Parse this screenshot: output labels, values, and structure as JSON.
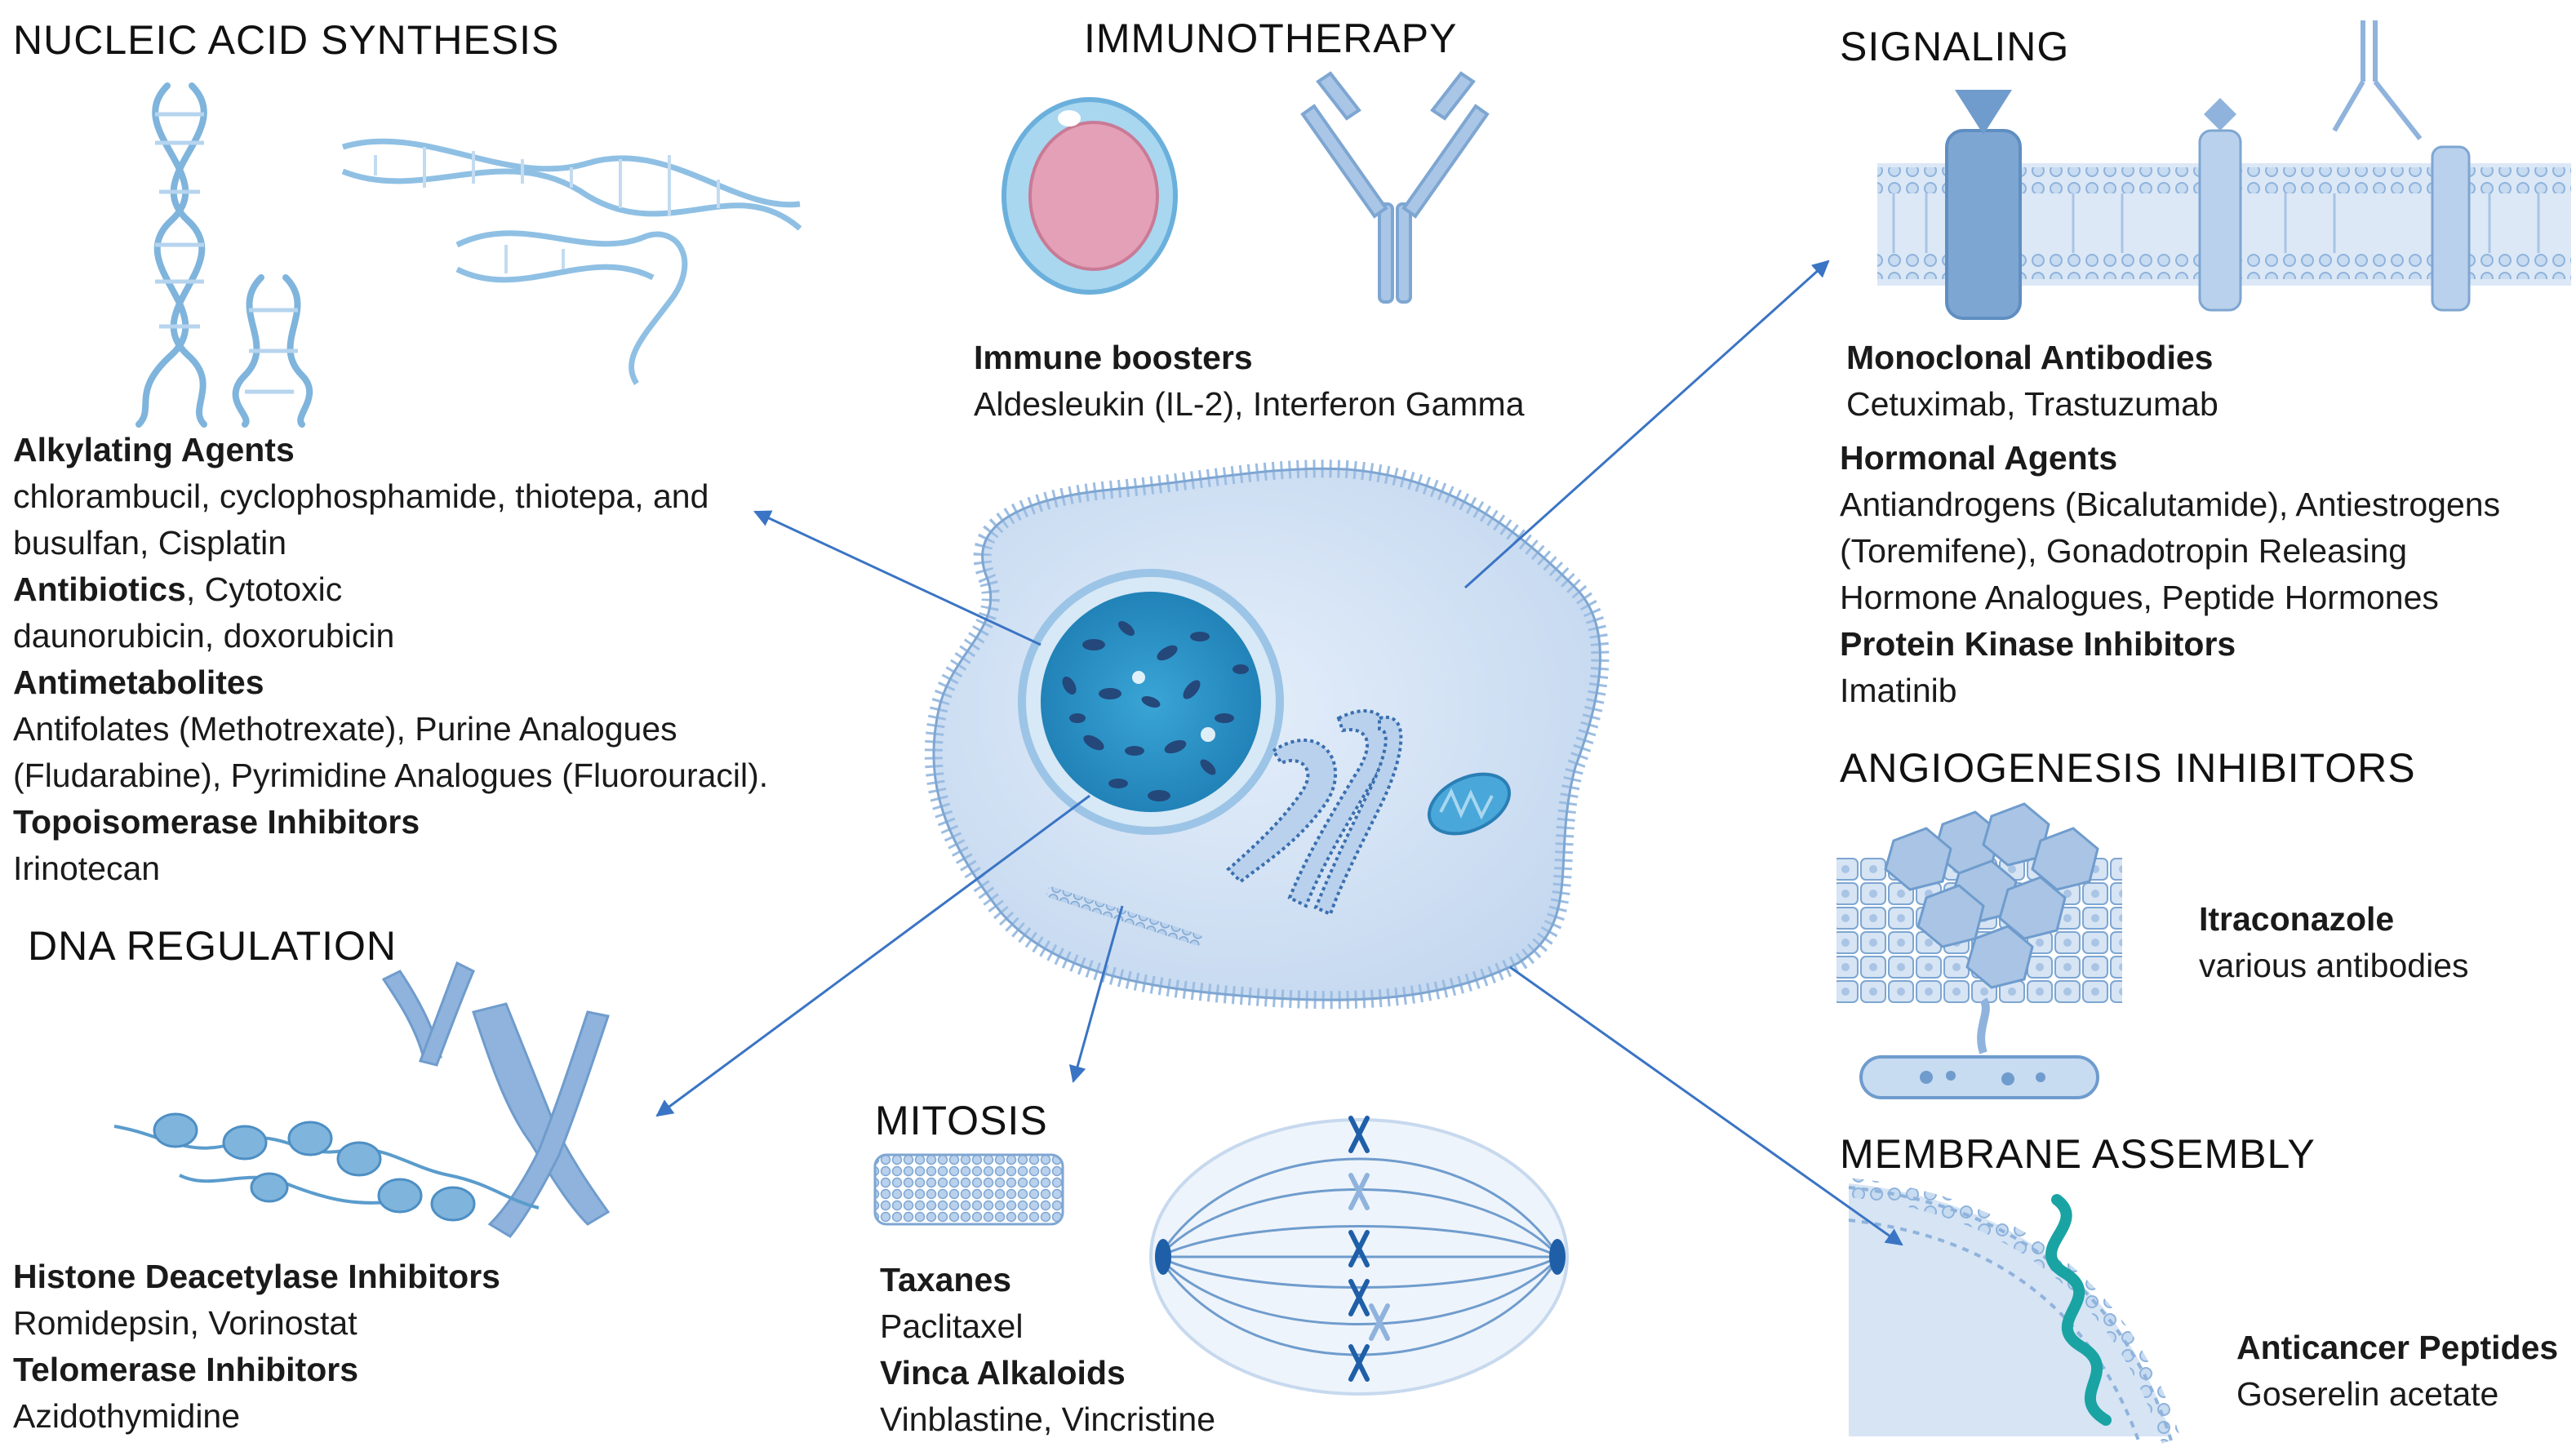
{
  "sections": {
    "nucleic": {
      "heading": "NUCLEIC ACID SYNTHESIS",
      "alkylating": {
        "title": "Alkylating Agents",
        "line1": "chlorambucil, cyclophosphamide, thiotepa, and",
        "line2": "busulfan, Cisplatin"
      },
      "antibiotics": {
        "title": "Antibiotics",
        "suffix": ", Cytotoxic",
        "line2": "daunorubicin, doxorubicin"
      },
      "antimetabolites": {
        "title": "Antimetabolites",
        "line1": "Antifolates (Methotrexate), Purine Analogues",
        "line2": "(Fludarabine), Pyrimidine Analogues (Fluorouracil)."
      },
      "topoisomerase": {
        "title": "Topoisomerase Inhibitors",
        "line1": "Irinotecan"
      }
    },
    "immunotherapy": {
      "heading": "IMMUNOTHERAPY",
      "boosters": {
        "title": "Immune boosters",
        "line1": "Aldesleukin (IL-2), Interferon Gamma"
      }
    },
    "signaling": {
      "heading": "SIGNALING",
      "monoclonal": {
        "title": "Monoclonal Antibodies",
        "line1": "Cetuximab, Trastuzumab"
      },
      "hormonal": {
        "title": "Hormonal Agents",
        "line1": "Antiandrogens (Bicalutamide), Antiestrogens",
        "line2": "(Toremifene), Gonadotropin Releasing",
        "line3": "Hormone Analogues,  Peptide Hormones"
      },
      "kinase": {
        "title": "Protein Kinase Inhibitors",
        "line1": "Imatinib"
      }
    },
    "angiogenesis": {
      "heading": "ANGIOGENESIS INHIBITORS",
      "itraconazole": {
        "title": "Itraconazole",
        "line1": "various antibodies"
      }
    },
    "dna": {
      "heading": "DNA REGULATION",
      "histone": {
        "title": "Histone Deacetylase Inhibitors",
        "line1": "Romidepsin, Vorinostat"
      },
      "telomerase": {
        "title": "Telomerase Inhibitors",
        "line1": "Azidothymidine"
      }
    },
    "mitosis": {
      "heading": "MITOSIS",
      "taxanes": {
        "title": "Taxanes",
        "line1": "Paclitaxel"
      },
      "vinca": {
        "title": "Vinca Alkaloids",
        "line1": "Vinblastine, Vincristine"
      }
    },
    "membrane": {
      "heading": "MEMBRANE ASSEMBLY",
      "peptides": {
        "title": "Anticancer Peptides",
        "line1": "Goserelin acetate"
      }
    }
  },
  "colors": {
    "arrow": "#3a74c4",
    "cell_fill": "#cddff2",
    "nucleus": "#2a8fc4",
    "membrane": "#8fb3dc"
  },
  "icons": [
    "dna-helix-icon",
    "immune-cell-icon",
    "antibody-icon",
    "cell-membrane-receptor-icon",
    "chromosome-icon",
    "microtubule-icon",
    "mitotic-spindle-icon",
    "angiogenesis-tissue-icon",
    "lipid-bilayer-peptide-icon",
    "cancer-cell-icon"
  ]
}
